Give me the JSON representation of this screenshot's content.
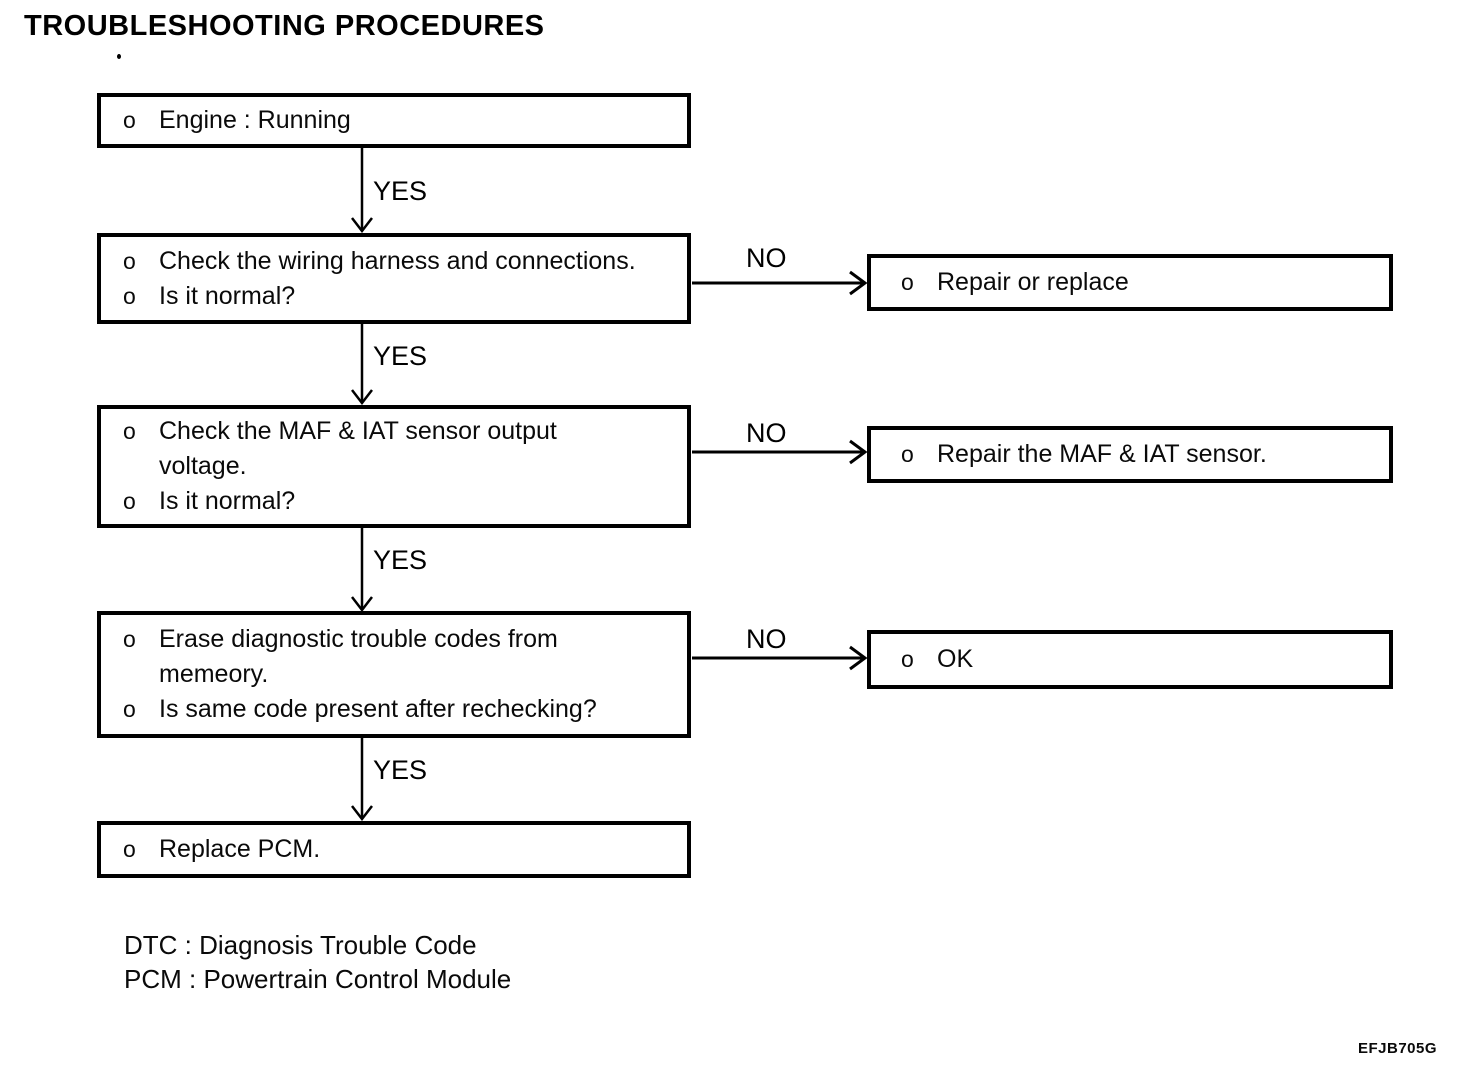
{
  "title": "TROUBLESHOOTING PROCEDURES",
  "bullet": "o",
  "labels": {
    "yes": "YES",
    "no": "NO"
  },
  "flow": {
    "steps": [
      {
        "items": [
          {
            "lines": [
              "Engine : Running"
            ]
          }
        ]
      },
      {
        "items": [
          {
            "lines": [
              "Check the wiring harness and connections."
            ]
          },
          {
            "lines": [
              "Is it normal?"
            ]
          }
        ]
      },
      {
        "items": [
          {
            "lines": [
              "Check the MAF & IAT sensor output",
              "voltage."
            ]
          },
          {
            "lines": [
              "Is it normal?"
            ]
          }
        ]
      },
      {
        "items": [
          {
            "lines": [
              "Erase diagnostic trouble codes from",
              "memeory."
            ]
          },
          {
            "lines": [
              "Is same code present after rechecking?"
            ]
          }
        ]
      },
      {
        "items": [
          {
            "lines": [
              "Replace PCM."
            ]
          }
        ]
      }
    ],
    "results": [
      {
        "lines": [
          "Repair or replace"
        ]
      },
      {
        "lines": [
          "Repair the MAF & IAT sensor."
        ]
      },
      {
        "lines": [
          "OK"
        ]
      }
    ]
  },
  "legend": {
    "lines": [
      "DTC : Diagnosis Trouble Code",
      "PCM : Powertrain Control Module"
    ]
  },
  "figure_code": "EFJB705G"
}
